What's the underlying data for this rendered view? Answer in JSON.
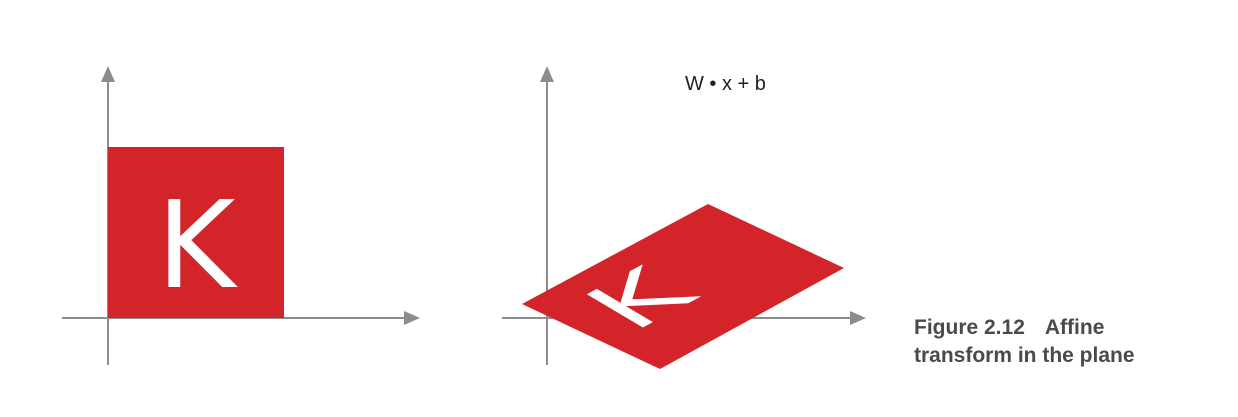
{
  "formula": "W • x + b",
  "left_panel": {
    "letter": "K"
  },
  "right_panel": {
    "letter": "K"
  },
  "caption": {
    "number": "Figure 2.12",
    "title_part1": "Affine",
    "title_part2": "transform in the plane"
  },
  "colors": {
    "square_fill": "#d32429",
    "letter": "#ffffff",
    "axis": "#8c8c8c",
    "caption": "#4a4a4a"
  }
}
